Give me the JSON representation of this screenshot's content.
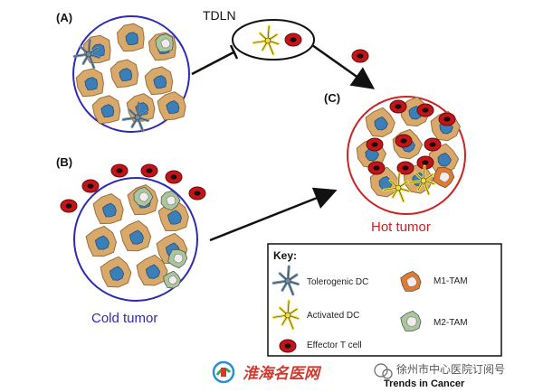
{
  "panels": {
    "a_label": "(A)",
    "b_label": "(B)",
    "c_label": "(C)"
  },
  "tdln_label": "TDLN",
  "cold_tumor_label": "Cold tumor",
  "hot_tumor_label": "Hot tumor",
  "key": {
    "title": "Key:",
    "items": {
      "tolerogenic_dc": "Tolerogenic DC",
      "activated_dc": "Activated DC",
      "effector_t_cell": "Effector T cell",
      "m1_tam": "M1-TAM",
      "m2_tam": "M2-TAM"
    }
  },
  "footer": {
    "source": "Trends in Cancer",
    "logo_text": "淮海名医网",
    "watermark": "徐州市中心医院订阅号"
  },
  "colors": {
    "cold_circle": "#2d2ab8",
    "hot_circle": "#cc2222",
    "hot_text": "#cc2222",
    "cold_text": "#2d2ab8",
    "tumor_cell": "#d9a86b",
    "tumor_nucleus": "#3b7fb8",
    "t_cell": "#c41418",
    "activated_dc": "#f2dd3a",
    "tolerogenic_dc": "#6c8fa6",
    "m1_tam": "#e07a2e",
    "m2_tam": "#a8c79b",
    "logo_red": "#d4382c"
  }
}
